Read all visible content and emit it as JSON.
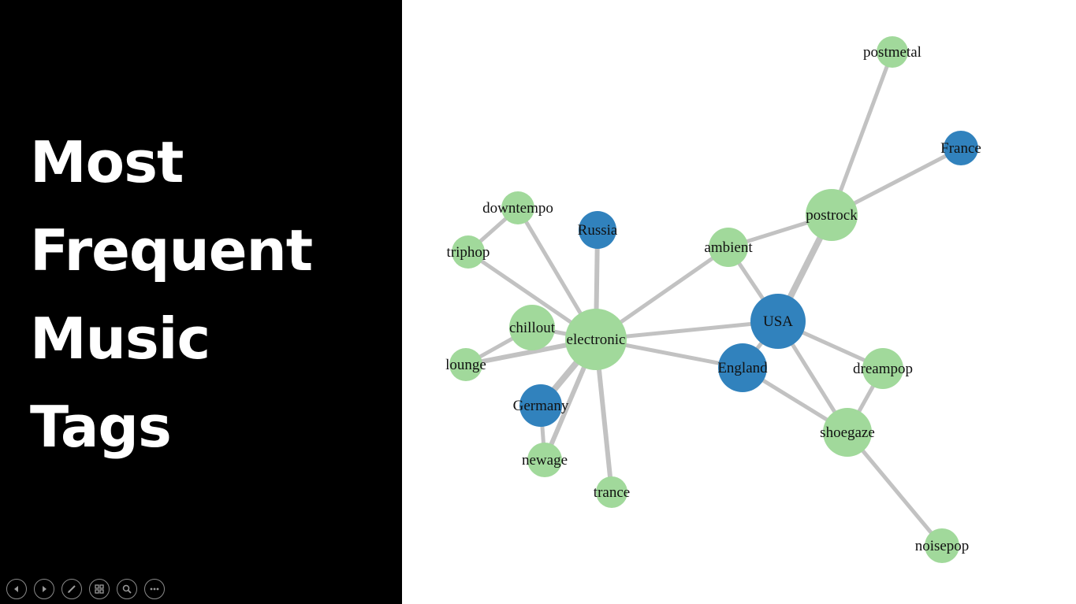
{
  "slide": {
    "title_lines": [
      "Most",
      "Frequent",
      "Music",
      "Tags"
    ]
  },
  "controls": [
    {
      "icon": "previous-icon"
    },
    {
      "icon": "next-icon"
    },
    {
      "icon": "pen-icon"
    },
    {
      "icon": "slides-grid-icon"
    },
    {
      "icon": "zoom-icon"
    },
    {
      "icon": "more-icon"
    }
  ],
  "colors": {
    "tag": "#a1d99b",
    "country": "#3182bd",
    "edge": "#c2c2c2"
  },
  "graph": {
    "nodes": [
      {
        "id": "postmetal",
        "type": "tag"
      },
      {
        "id": "France",
        "type": "country"
      },
      {
        "id": "postrock",
        "type": "tag"
      },
      {
        "id": "downtempo",
        "type": "tag"
      },
      {
        "id": "Russia",
        "type": "country"
      },
      {
        "id": "triphop",
        "type": "tag"
      },
      {
        "id": "ambient",
        "type": "tag"
      },
      {
        "id": "USA",
        "type": "country"
      },
      {
        "id": "chillout",
        "type": "tag"
      },
      {
        "id": "electronic",
        "type": "tag"
      },
      {
        "id": "lounge",
        "type": "tag"
      },
      {
        "id": "England",
        "type": "country"
      },
      {
        "id": "dreampop",
        "type": "tag"
      },
      {
        "id": "Germany",
        "type": "country"
      },
      {
        "id": "shoegaze",
        "type": "tag"
      },
      {
        "id": "newage",
        "type": "tag"
      },
      {
        "id": "trance",
        "type": "tag"
      },
      {
        "id": "noisepop",
        "type": "tag"
      }
    ],
    "links": [
      [
        "postmetal",
        "postrock"
      ],
      [
        "France",
        "postrock"
      ],
      [
        "postrock",
        "ambient"
      ],
      [
        "postrock",
        "USA"
      ],
      [
        "ambient",
        "USA"
      ],
      [
        "ambient",
        "electronic"
      ],
      [
        "downtempo",
        "triphop"
      ],
      [
        "downtempo",
        "electronic"
      ],
      [
        "triphop",
        "electronic"
      ],
      [
        "Russia",
        "electronic"
      ],
      [
        "chillout",
        "electronic"
      ],
      [
        "chillout",
        "lounge"
      ],
      [
        "lounge",
        "electronic"
      ],
      [
        "electronic",
        "USA"
      ],
      [
        "electronic",
        "England"
      ],
      [
        "electronic",
        "Germany"
      ],
      [
        "electronic",
        "newage"
      ],
      [
        "electronic",
        "trance"
      ],
      [
        "Germany",
        "newage"
      ],
      [
        "USA",
        "England"
      ],
      [
        "USA",
        "dreampop"
      ],
      [
        "USA",
        "shoegaze"
      ],
      [
        "England",
        "shoegaze"
      ],
      [
        "dreampop",
        "shoegaze"
      ],
      [
        "shoegaze",
        "noisepop"
      ]
    ]
  }
}
